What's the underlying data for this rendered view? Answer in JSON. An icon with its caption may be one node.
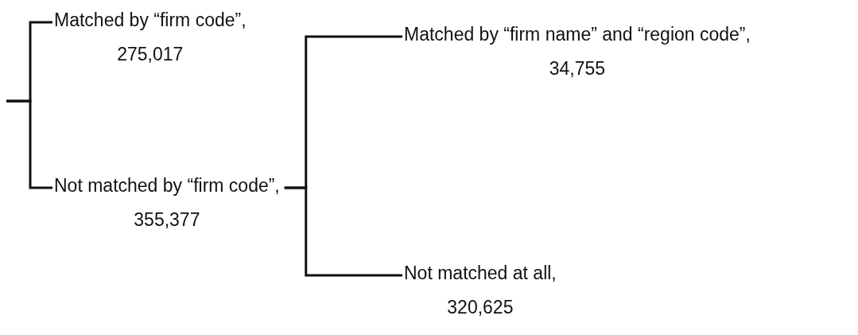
{
  "diagram": {
    "nodes": [
      {
        "text": [
          "Matched by “firm code”,",
          "275,017"
        ]
      },
      {
        "text": [
          "Not matched by “firm code”,",
          "355,377"
        ]
      },
      {
        "text": [
          "Matched by “firm name” and “region code”,",
          "34,755"
        ]
      },
      {
        "text": [
          "Not matched at all,",
          "320,625"
        ]
      }
    ],
    "edges": [
      {
        "from": null,
        "to": 0,
        "arrow": "none"
      },
      {
        "from": null,
        "to": 1,
        "arrow": "none"
      },
      {
        "from": 1,
        "to": 2,
        "arrow": "none"
      },
      {
        "from": 1,
        "to": 3,
        "arrow": "none"
      }
    ]
  }
}
